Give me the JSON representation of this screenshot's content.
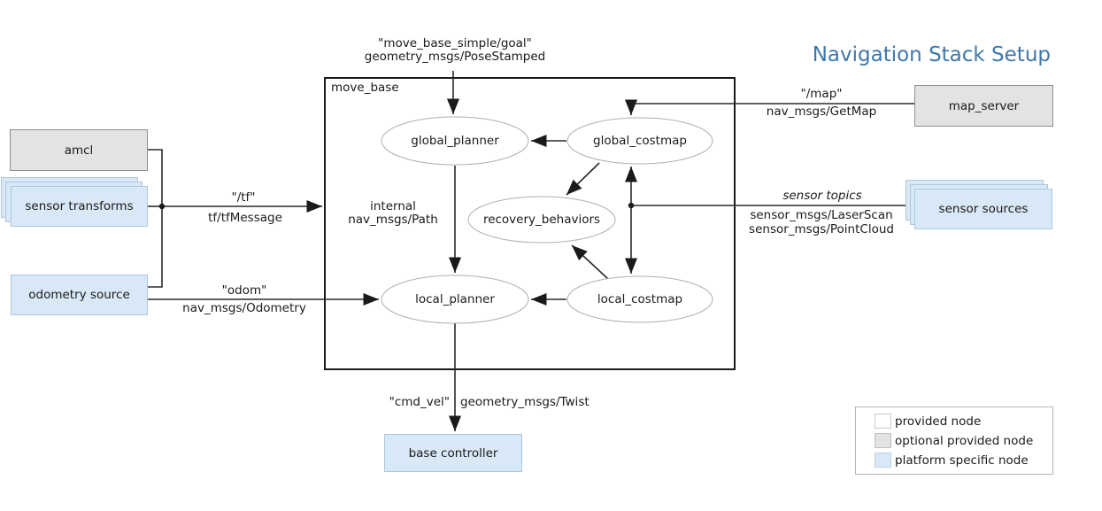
{
  "title": "Navigation Stack Setup",
  "container": {
    "label": "move_base"
  },
  "nodes": {
    "global_planner": {
      "label": "global_planner"
    },
    "global_costmap": {
      "label": "global_costmap"
    },
    "recovery_behaviors": {
      "label": "recovery_behaviors"
    },
    "local_planner": {
      "label": "local_planner"
    },
    "local_costmap": {
      "label": "local_costmap"
    },
    "amcl": {
      "label": "amcl",
      "type": "optional provided node"
    },
    "sensor_transforms": {
      "label": "sensor transforms",
      "type": "platform specific node",
      "stacked": true
    },
    "odometry_source": {
      "label": "odometry source",
      "type": "platform specific node"
    },
    "map_server": {
      "label": "map_server",
      "type": "optional provided node"
    },
    "sensor_sources": {
      "label": "sensor sources",
      "type": "platform specific node",
      "stacked": true
    },
    "base_controller": {
      "label": "base controller",
      "type": "platform specific node"
    }
  },
  "edge_labels": {
    "goal_topic": "\"move_base_simple/goal\"",
    "goal_type": "geometry_msgs/PoseStamped",
    "map_topic": "\"/map\"",
    "map_type": "nav_msgs/GetMap",
    "tf_topic": "\"/tf\"",
    "tf_type": "tf/tfMessage",
    "odom_topic": "\"odom\"",
    "odom_type": "nav_msgs/Odometry",
    "internal_label": "internal",
    "internal_type": "nav_msgs/Path",
    "sensor_label": "sensor topics",
    "sensor_type_1": "sensor_msgs/LaserScan",
    "sensor_type_2": "sensor_msgs/PointCloud",
    "cmd_topic": "\"cmd_vel\"",
    "cmd_type": "geometry_msgs/Twist"
  },
  "legend": {
    "items": [
      {
        "label": "provided node",
        "color": "#ffffff"
      },
      {
        "label": "optional provided node",
        "color": "#e3e3e3"
      },
      {
        "label": "platform specific node",
        "color": "#d9e8f6"
      }
    ]
  },
  "colors": {
    "title": "#3e78ab",
    "line": "#2a2a2a",
    "optional_node_fill": "#e3e3e3",
    "platform_node_fill": "#d9e8f6",
    "provided_node_fill": "#ffffff"
  }
}
